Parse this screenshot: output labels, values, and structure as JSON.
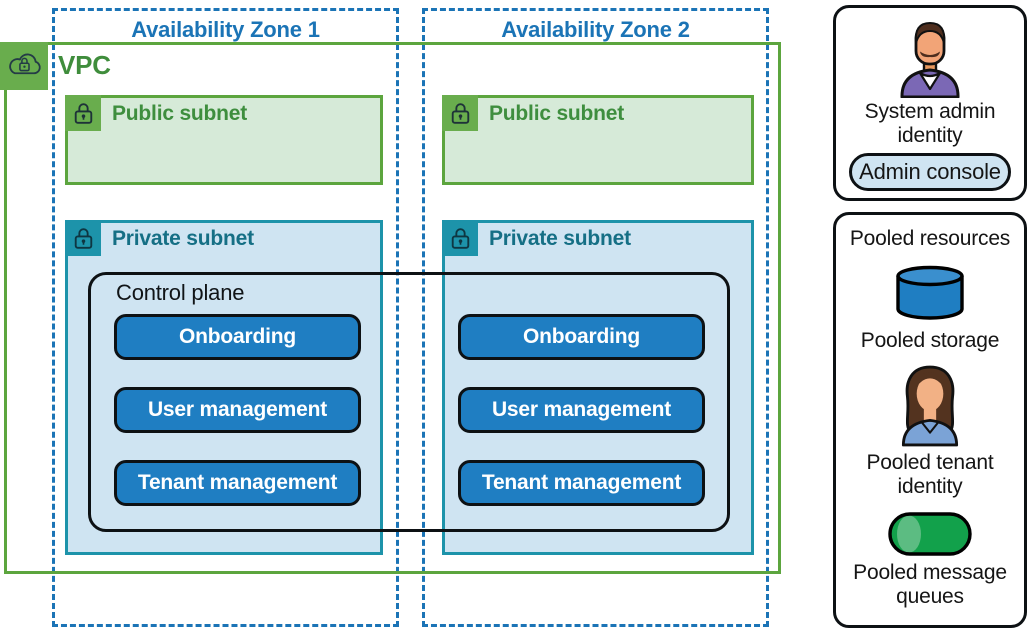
{
  "diagram": {
    "zones": {
      "az1": "Availability Zone 1",
      "az2": "Availability Zone 2"
    },
    "vpc": {
      "label": "VPC"
    },
    "subnets": {
      "public": "Public subnet",
      "private": "Private subnet"
    },
    "control_plane": {
      "label": "Control plane"
    },
    "services": [
      "Onboarding",
      "User management",
      "Tenant management"
    ]
  },
  "legend": {
    "admin": {
      "identity": "System admin identity",
      "console": "Admin console"
    },
    "pooled": {
      "title": "Pooled resources",
      "storage": "Pooled storage",
      "tenant_identity": "Pooled tenant identity",
      "message_queues": "Pooled message queues"
    }
  },
  "icons": {
    "vpc": "cloud-lock-icon",
    "public_subnet": "lock-icon",
    "private_subnet": "lock-icon",
    "admin_identity": "male-admin-avatar",
    "pooled_storage": "blue-cylinder-icon",
    "tenant_identity": "female-user-avatar",
    "message_queues": "green-queue-cylinder-icon"
  },
  "colors": {
    "az_blue": "#1b74b6",
    "vpc_green": "#5ca53e",
    "public_fill": "#d6ead8",
    "public_icon_green": "#69ad4d",
    "public_text": "#3e8e3e",
    "private_teal": "#1d93aa",
    "private_fill": "#cfe4f2",
    "private_text": "#156f85",
    "service_blue": "#1f7ec2",
    "queue_green": "#12a14b",
    "outline_black": "#0d1114"
  }
}
